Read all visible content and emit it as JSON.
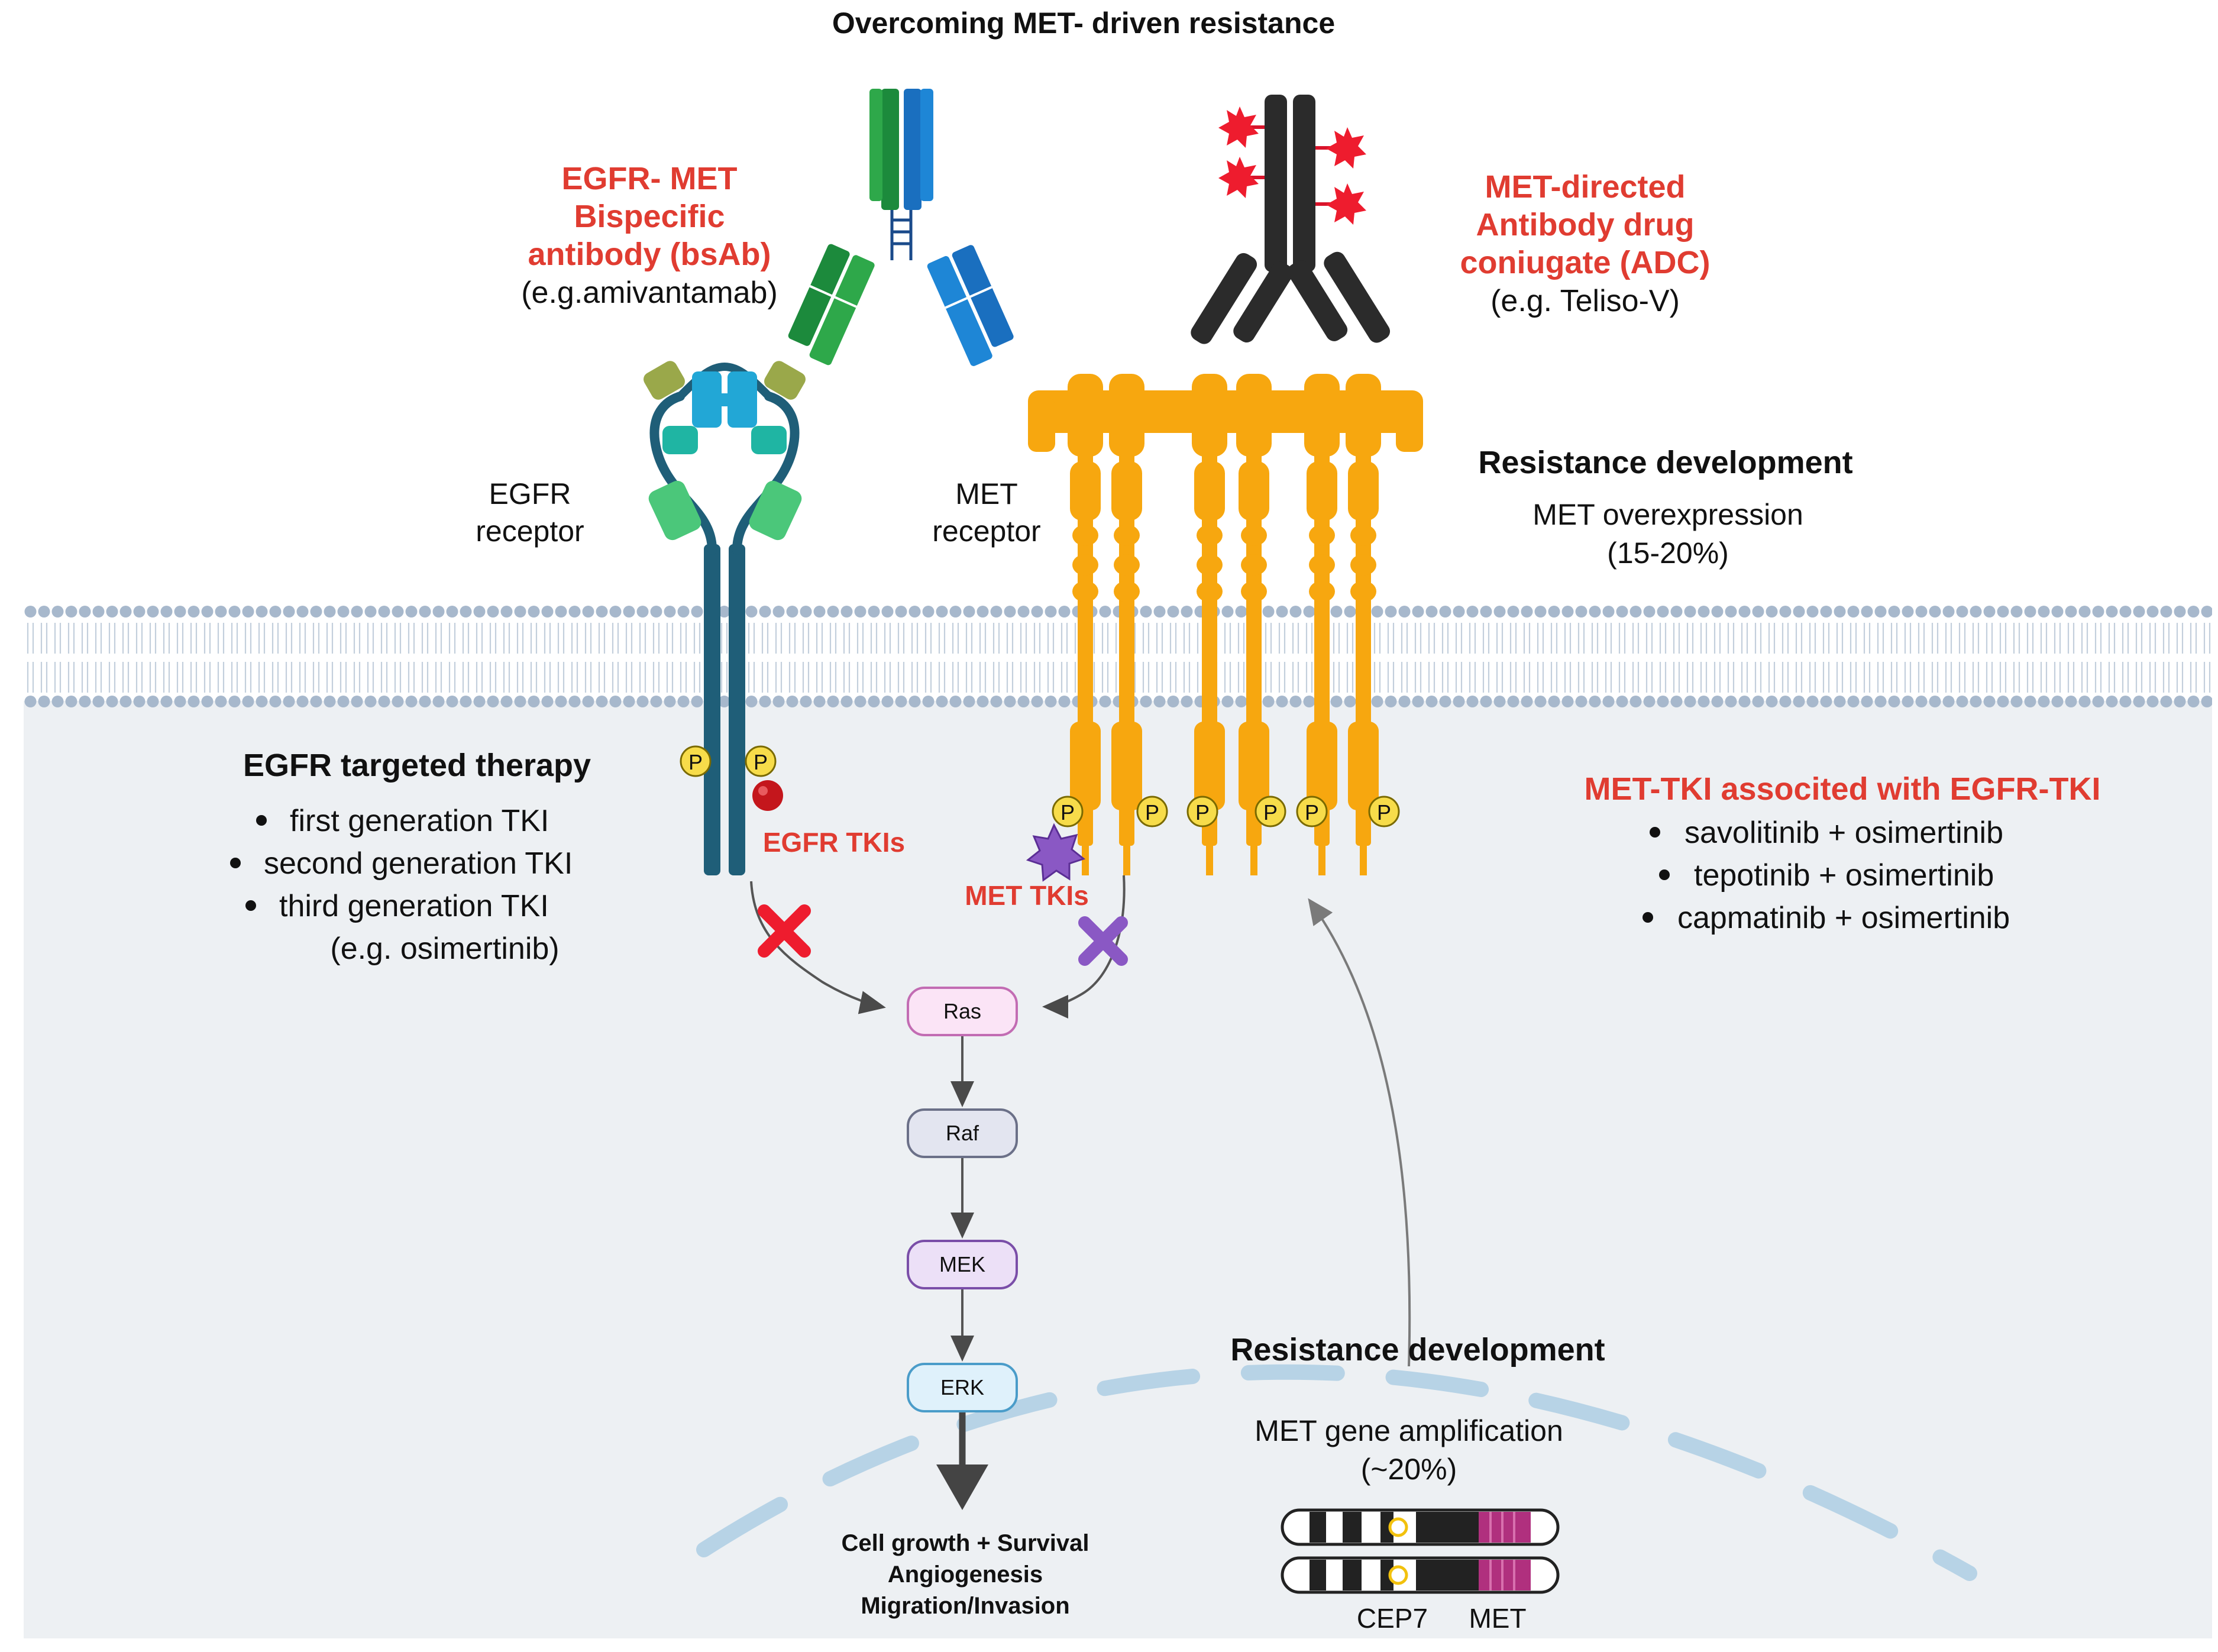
{
  "title": "Overcoming MET- driven resistance",
  "bsab": {
    "line1": "EGFR- MET",
    "line2": "Bispecific",
    "line3": "antibody (bsAb)",
    "example": "(e.g.amivantamab)"
  },
  "adc": {
    "line1": "MET-directed",
    "line2": "Antibody drug",
    "line3": "coniugate (ADC)",
    "example": "(e.g. Teliso-V)"
  },
  "receptors": {
    "egfr_line1": "EGFR",
    "egfr_line2": "receptor",
    "met_line1": "MET",
    "met_line2": "receptor",
    "phospho_label": "P"
  },
  "resistance_top": {
    "heading": "Resistance development",
    "line1": "MET overexpression",
    "line2": "(15-20%)"
  },
  "egfr_therapy": {
    "heading": "EGFR targeted therapy",
    "items": [
      "first generation TKI",
      "second generation TKI",
      "third generation TKI"
    ],
    "example": "(e.g. osimertinib)"
  },
  "inhibitors": {
    "egfr_tkis": "EGFR TKIs",
    "met_tkis": "MET TKIs"
  },
  "combo": {
    "heading": "MET-TKI associted with EGFR-TKI",
    "items": [
      "savolitinib + osimertinib",
      "tepotinib + osimertinib",
      "capmatinib + osimertinib"
    ]
  },
  "pathway": {
    "nodes": [
      "Ras",
      "Raf",
      "MEK",
      "ERK"
    ],
    "outcome_line1": "Cell growth + Survival",
    "outcome_line2": "Angiogenesis",
    "outcome_line3": "Migration/Invasion"
  },
  "resistance_bottom": {
    "heading": "Resistance development",
    "line1": "MET gene amplification",
    "line2": "(~20%)",
    "cep7_label": "CEP7",
    "met_label": "MET"
  },
  "colors": {
    "red_text": "#e03c31",
    "met_orange": "#f7a70f",
    "egfr_teal": "#1f5e78",
    "cytoplasm": "#edf0f3",
    "membrane": "#a9b9cc"
  }
}
